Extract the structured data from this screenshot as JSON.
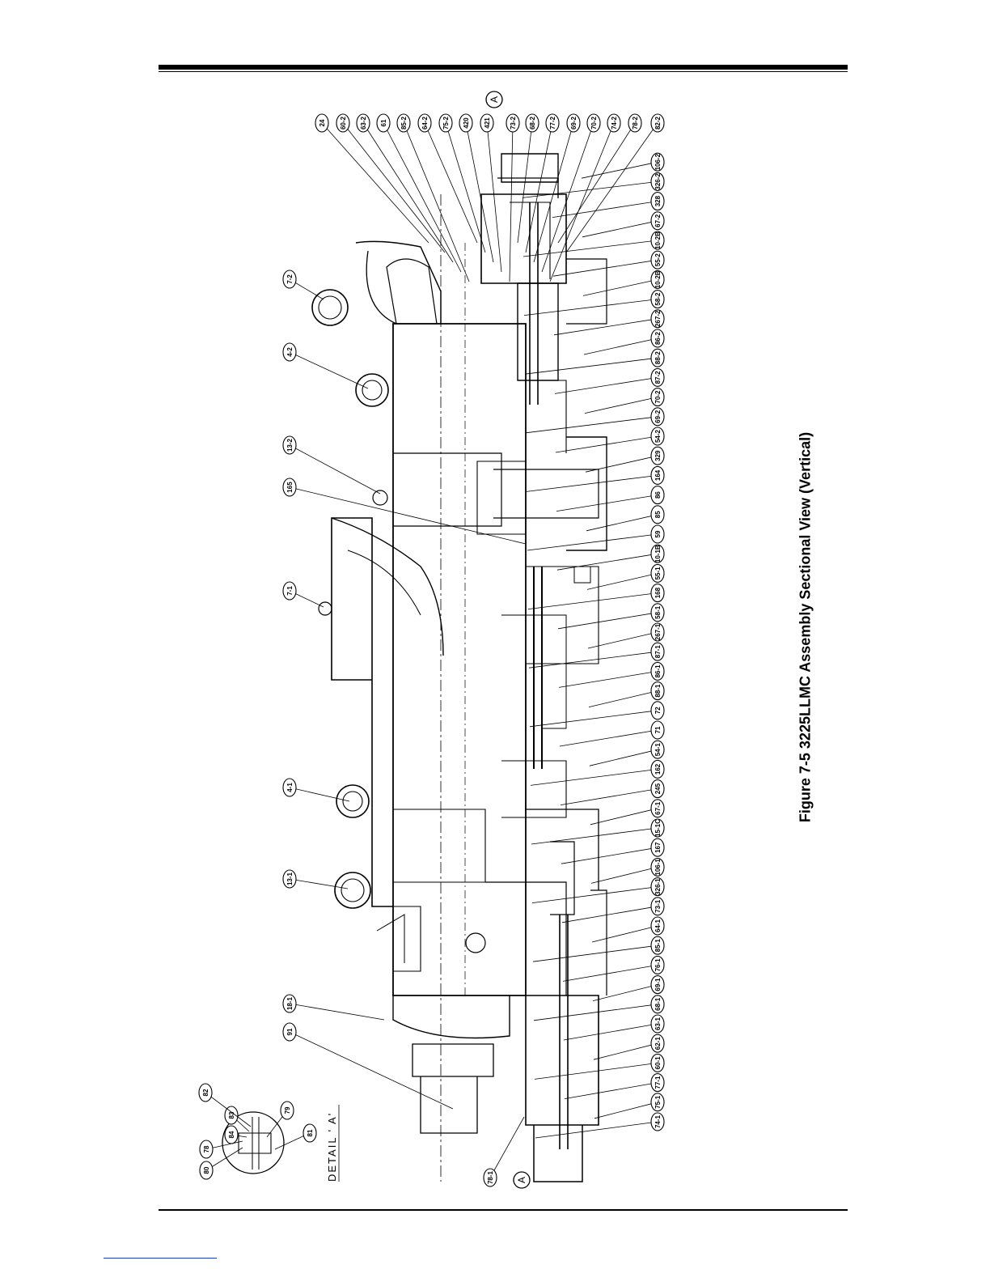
{
  "figure": {
    "caption": "Figure 7-5 3225LLMC Assembly Sectional View (Vertical)",
    "detail_label": "DETAIL ' A'",
    "section_marker": "A"
  },
  "top_labels": [
    "24",
    "60-2",
    "63-2",
    "61",
    "85-2",
    "64-2",
    "75-2",
    "420",
    "421",
    "73-2",
    "68-2",
    "77-2",
    "69-2",
    "70-2",
    "74-2",
    "78-2",
    "82-2",
    "106-2",
    "326-2",
    "328",
    "67-2",
    "10-2B",
    "55-2",
    "10-2B",
    "58-2",
    "267-2",
    "86-2",
    "88-2",
    "87-2",
    "70-2",
    "69-2",
    "54-2",
    "329",
    "164",
    "86",
    "85",
    "59",
    "10-1B",
    "55-1",
    "168",
    "58-1",
    "267-1",
    "87-1",
    "86-1",
    "88-1",
    "72",
    "71",
    "54-1",
    "162",
    "245",
    "67-1",
    "15-1C",
    "167",
    "106-1",
    "326-1",
    "73-1",
    "64-1",
    "85-1",
    "76-1",
    "69-1",
    "68-1",
    "63-1",
    "62-1",
    "60-1",
    "77-1",
    "75-1",
    "74-1"
  ],
  "left_labels": [
    "7-2",
    "4-2",
    "13-2",
    "165",
    "7-1",
    "4-1",
    "13-1",
    "18-1",
    "91"
  ],
  "bottom_left_labels": [
    "78-1"
  ],
  "detail_labels": [
    "80",
    "78",
    "84",
    "83",
    "82",
    "79",
    "81"
  ]
}
